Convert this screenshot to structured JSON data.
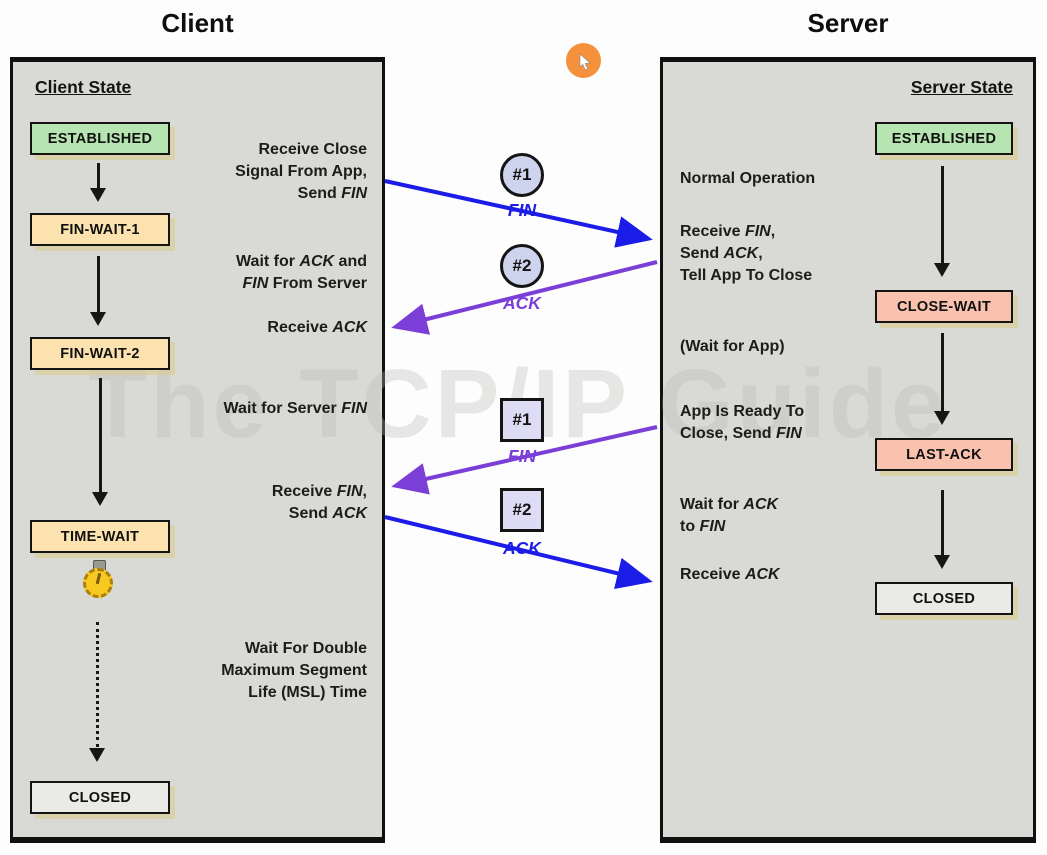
{
  "titles": {
    "client": "Client",
    "server": "Server"
  },
  "watermark": "The TCP/IP Guide",
  "client_panel": {
    "heading": "Client State",
    "states": [
      {
        "label": "ESTABLISHED"
      },
      {
        "label": "FIN-WAIT-1"
      },
      {
        "label": "FIN-WAIT-2"
      },
      {
        "label": "TIME-WAIT"
      },
      {
        "label": "CLOSED"
      }
    ],
    "annotations": [
      {
        "lines": [
          "Receive Close",
          "Signal From App,",
          "Send FIN"
        ]
      },
      {
        "lines": [
          "Wait for ACK and",
          "FIN From Server"
        ]
      },
      {
        "lines": [
          "Receive ACK"
        ]
      },
      {
        "lines": [
          "Wait for Server FIN"
        ]
      },
      {
        "lines": [
          "Receive FIN,",
          "Send ACK"
        ]
      },
      {
        "lines": [
          "Wait For Double",
          "Maximum Segment",
          "Life (MSL) Time"
        ]
      }
    ]
  },
  "server_panel": {
    "heading": "Server State",
    "states": [
      {
        "label": "ESTABLISHED"
      },
      {
        "label": "CLOSE-WAIT"
      },
      {
        "label": "LAST-ACK"
      },
      {
        "label": "CLOSED"
      }
    ],
    "annotations": [
      {
        "lines": [
          "Normal Operation"
        ]
      },
      {
        "lines": [
          "Receive FIN,",
          "Send ACK,",
          "Tell App To Close"
        ]
      },
      {
        "lines": [
          "(Wait for App)"
        ]
      },
      {
        "lines": [
          "App Is Ready To",
          "Close, Send FIN"
        ]
      },
      {
        "lines": [
          "Wait for ACK",
          "to FIN"
        ]
      },
      {
        "lines": [
          "Receive ACK"
        ]
      }
    ]
  },
  "messages": {
    "top": [
      {
        "badge": "#1",
        "label": "FIN",
        "shape": "circle",
        "direction": "client-to-server",
        "color": "#1c1ce8"
      },
      {
        "badge": "#2",
        "label": "ACK",
        "shape": "circle",
        "direction": "server-to-client",
        "color": "#7b3fd8"
      }
    ],
    "bottom": [
      {
        "badge": "#1",
        "label": "FIN",
        "shape": "square",
        "direction": "server-to-client",
        "color": "#7b3fd8"
      },
      {
        "badge": "#2",
        "label": "ACK",
        "shape": "square",
        "direction": "client-to-server",
        "color": "#1c1ce8"
      }
    ]
  },
  "icons": {
    "cursor": "orange-cursor-indicator",
    "timer": "stopwatch-icon"
  },
  "colors": {
    "panel_bg": "#d9d9d5",
    "established_green": "#b7e5b2",
    "wait_tan": "#fce2ae",
    "close_salmon": "#f8c2ae",
    "closed_gray": "#eaeae6",
    "arrow_blue": "#1c1ce8",
    "arrow_purple": "#7b3fd8",
    "badge_fill": "#ced3ee",
    "cursor_orange": "#f5913d",
    "timer_yellow": "#f8c921"
  }
}
